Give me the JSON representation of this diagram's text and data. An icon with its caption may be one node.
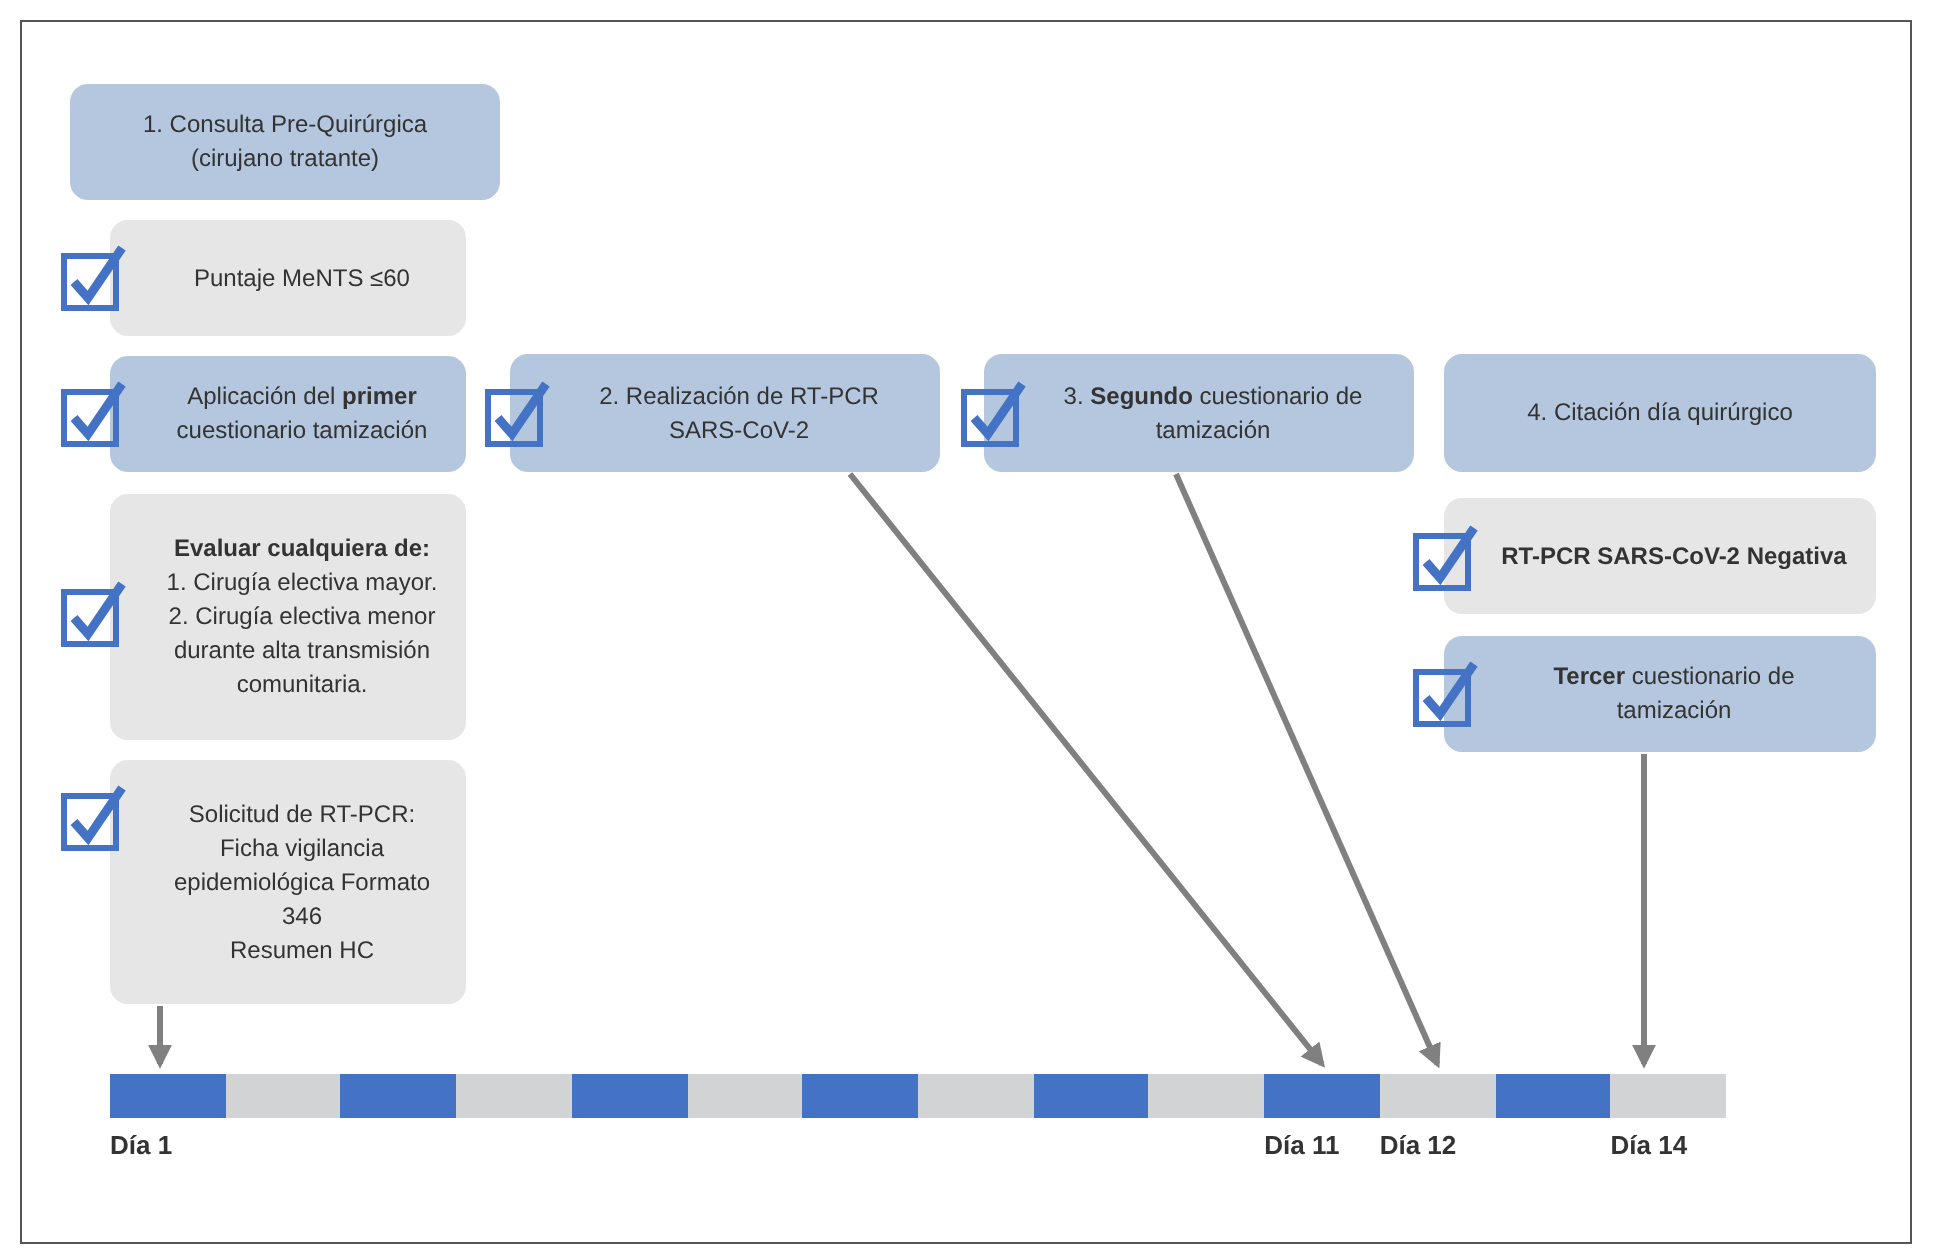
{
  "diagram": {
    "nodes": [
      {
        "text": [
          "1. Consulta Pre-Quirúrgica (cirujano tratante)"
        ]
      },
      {
        "text": [
          "Puntaje MeNTS ≤60"
        ]
      },
      {
        "text": [
          "Aplicación del **primer** cuestionario tamización"
        ]
      },
      {
        "text": [
          "Evaluar cualquiera de:",
          "1. Cirugía electiva mayor.",
          "2. Cirugía electiva menor durante alta transmisión comunitaria."
        ]
      },
      {
        "text": [
          "Solicitud de RT-PCR:",
          "Ficha vigilancia epidemiológica Formato 346",
          "Resumen HC"
        ]
      },
      {
        "text": [
          "2. Realización de RT-PCR SARS-CoV-2"
        ]
      },
      {
        "text": [
          "3. **Segundo** cuestionario de tamización"
        ]
      },
      {
        "text": [
          "4. Citación día quirúrgico"
        ]
      },
      {
        "text": [
          "RT-PCR SARS-CoV-2 Negativa"
        ]
      },
      {
        "text": [
          "**Tercer** cuestionario de tamización"
        ]
      },
      {
        "text": [],
        "shape": "bar",
        "beside": [
          "Día 1"
        ]
      },
      {
        "text": [],
        "shape": "bar"
      },
      {
        "text": [],
        "shape": "bar"
      },
      {
        "text": [],
        "shape": "bar"
      },
      {
        "text": [],
        "shape": "bar"
      },
      {
        "text": [],
        "shape": "bar"
      },
      {
        "text": [],
        "shape": "bar"
      },
      {
        "text": [],
        "shape": "bar"
      },
      {
        "text": [],
        "shape": "bar"
      },
      {
        "text": [],
        "shape": "bar"
      },
      {
        "text": [],
        "shape": "bar",
        "beside": [
          "Día 11"
        ]
      },
      {
        "text": [],
        "shape": "bar",
        "beside": [
          "Día 12"
        ]
      },
      {
        "text": [],
        "shape": "bar"
      },
      {
        "text": [],
        "shape": "bar",
        "beside": [
          "Día 14"
        ]
      }
    ],
    "edges": [
      {
        "from": 4,
        "to": 10,
        "arrow": "to"
      },
      {
        "from": 5,
        "to": 20,
        "arrow": "to"
      },
      {
        "from": 6,
        "to": 21,
        "arrow": "to"
      },
      {
        "from": 9,
        "to": 23,
        "arrow": "to"
      }
    ]
  }
}
